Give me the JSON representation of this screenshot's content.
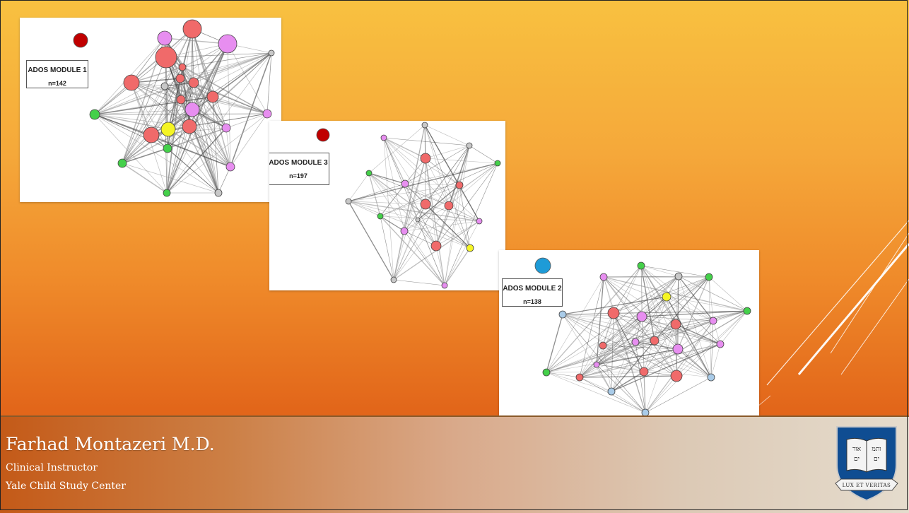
{
  "presenter": {
    "name": "Farhad Montazeri M.D.",
    "title": "Clinical Instructor",
    "organization": "Yale Child Study Center"
  },
  "logo": {
    "motto": "LUX ET VERITAS",
    "hebrew_left": "אורים",
    "hebrew_right": "ותמים"
  },
  "networks": [
    {
      "label": "ADOS MODULE 1",
      "n": "n=142",
      "marker_color": "#c00000"
    },
    {
      "label": "ADOS MODULE 3",
      "n": "n=197",
      "marker_color": "#c00000"
    },
    {
      "label": "ADOS MODULE 2",
      "n": "n=138",
      "marker_color": "#1e9bd7"
    }
  ],
  "node_colors": {
    "red": "#f06a6a",
    "pink": "#e78ef0",
    "green": "#44d04a",
    "yellow": "#f5f524",
    "gray": "#c8c8c8",
    "blue": "#a9cbe8"
  }
}
